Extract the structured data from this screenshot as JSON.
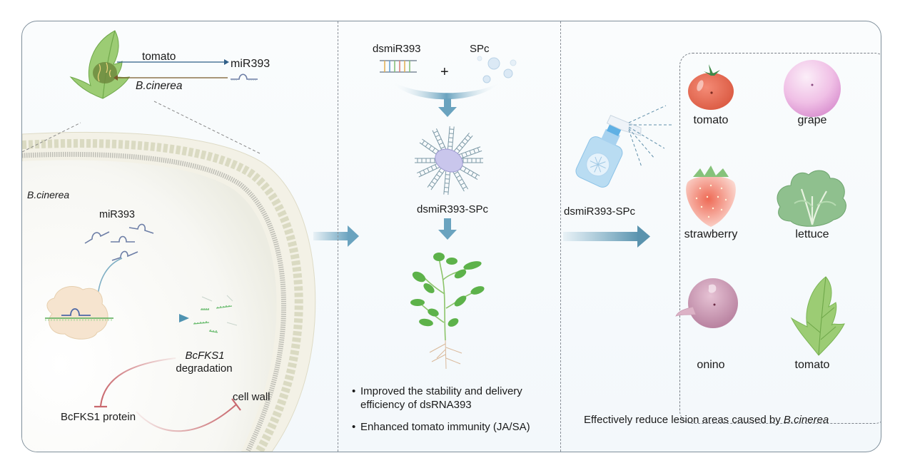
{
  "left_panel": {
    "leaf_top": {
      "arrow_forward_label": "tomato",
      "arrow_target_label": "miR393",
      "arrow_back_label": "B.cinerea"
    },
    "cell": {
      "organism_label": "B.cinerea",
      "mirna_label": "miR393",
      "target_gene": "BcFKS1",
      "target_fate": "degradation",
      "protein_label": "BcFKS1 protein",
      "cell_wall_label": "cell wall"
    }
  },
  "middle_panel": {
    "component_a": "dsmiR393",
    "plus": "+",
    "component_b": "SPc",
    "complex_label": "dsmiR393-SPc",
    "bullets": [
      "Improved the stability and delivery efficiency of dsRNA393",
      "Enhanced tomato immunity (JA/SA)"
    ]
  },
  "right_panel": {
    "spray_label": "dsmiR393-SPc",
    "targets": [
      {
        "label": "tomato",
        "icon": "tomato-fruit-icon"
      },
      {
        "label": "grape",
        "icon": "grape-icon"
      },
      {
        "label": "strawberry",
        "icon": "strawberry-icon"
      },
      {
        "label": "lettuce",
        "icon": "lettuce-icon"
      },
      {
        "label": "onino",
        "icon": "onion-icon"
      },
      {
        "label": "tomato",
        "icon": "tomato-leaf-icon"
      }
    ],
    "caption_prefix": "Effectively reduce lesion areas caused by ",
    "caption_italic": "B.cinerea"
  },
  "colors": {
    "frame_border": "#7f8f9b",
    "arrow_blue": "#6aa3bf",
    "inhibit_red": "#c9686e",
    "tomato_arrow": "#2f5e87",
    "bcinerea_arrow": "#7a5a2a",
    "leaf_green": "#8cc46a"
  }
}
